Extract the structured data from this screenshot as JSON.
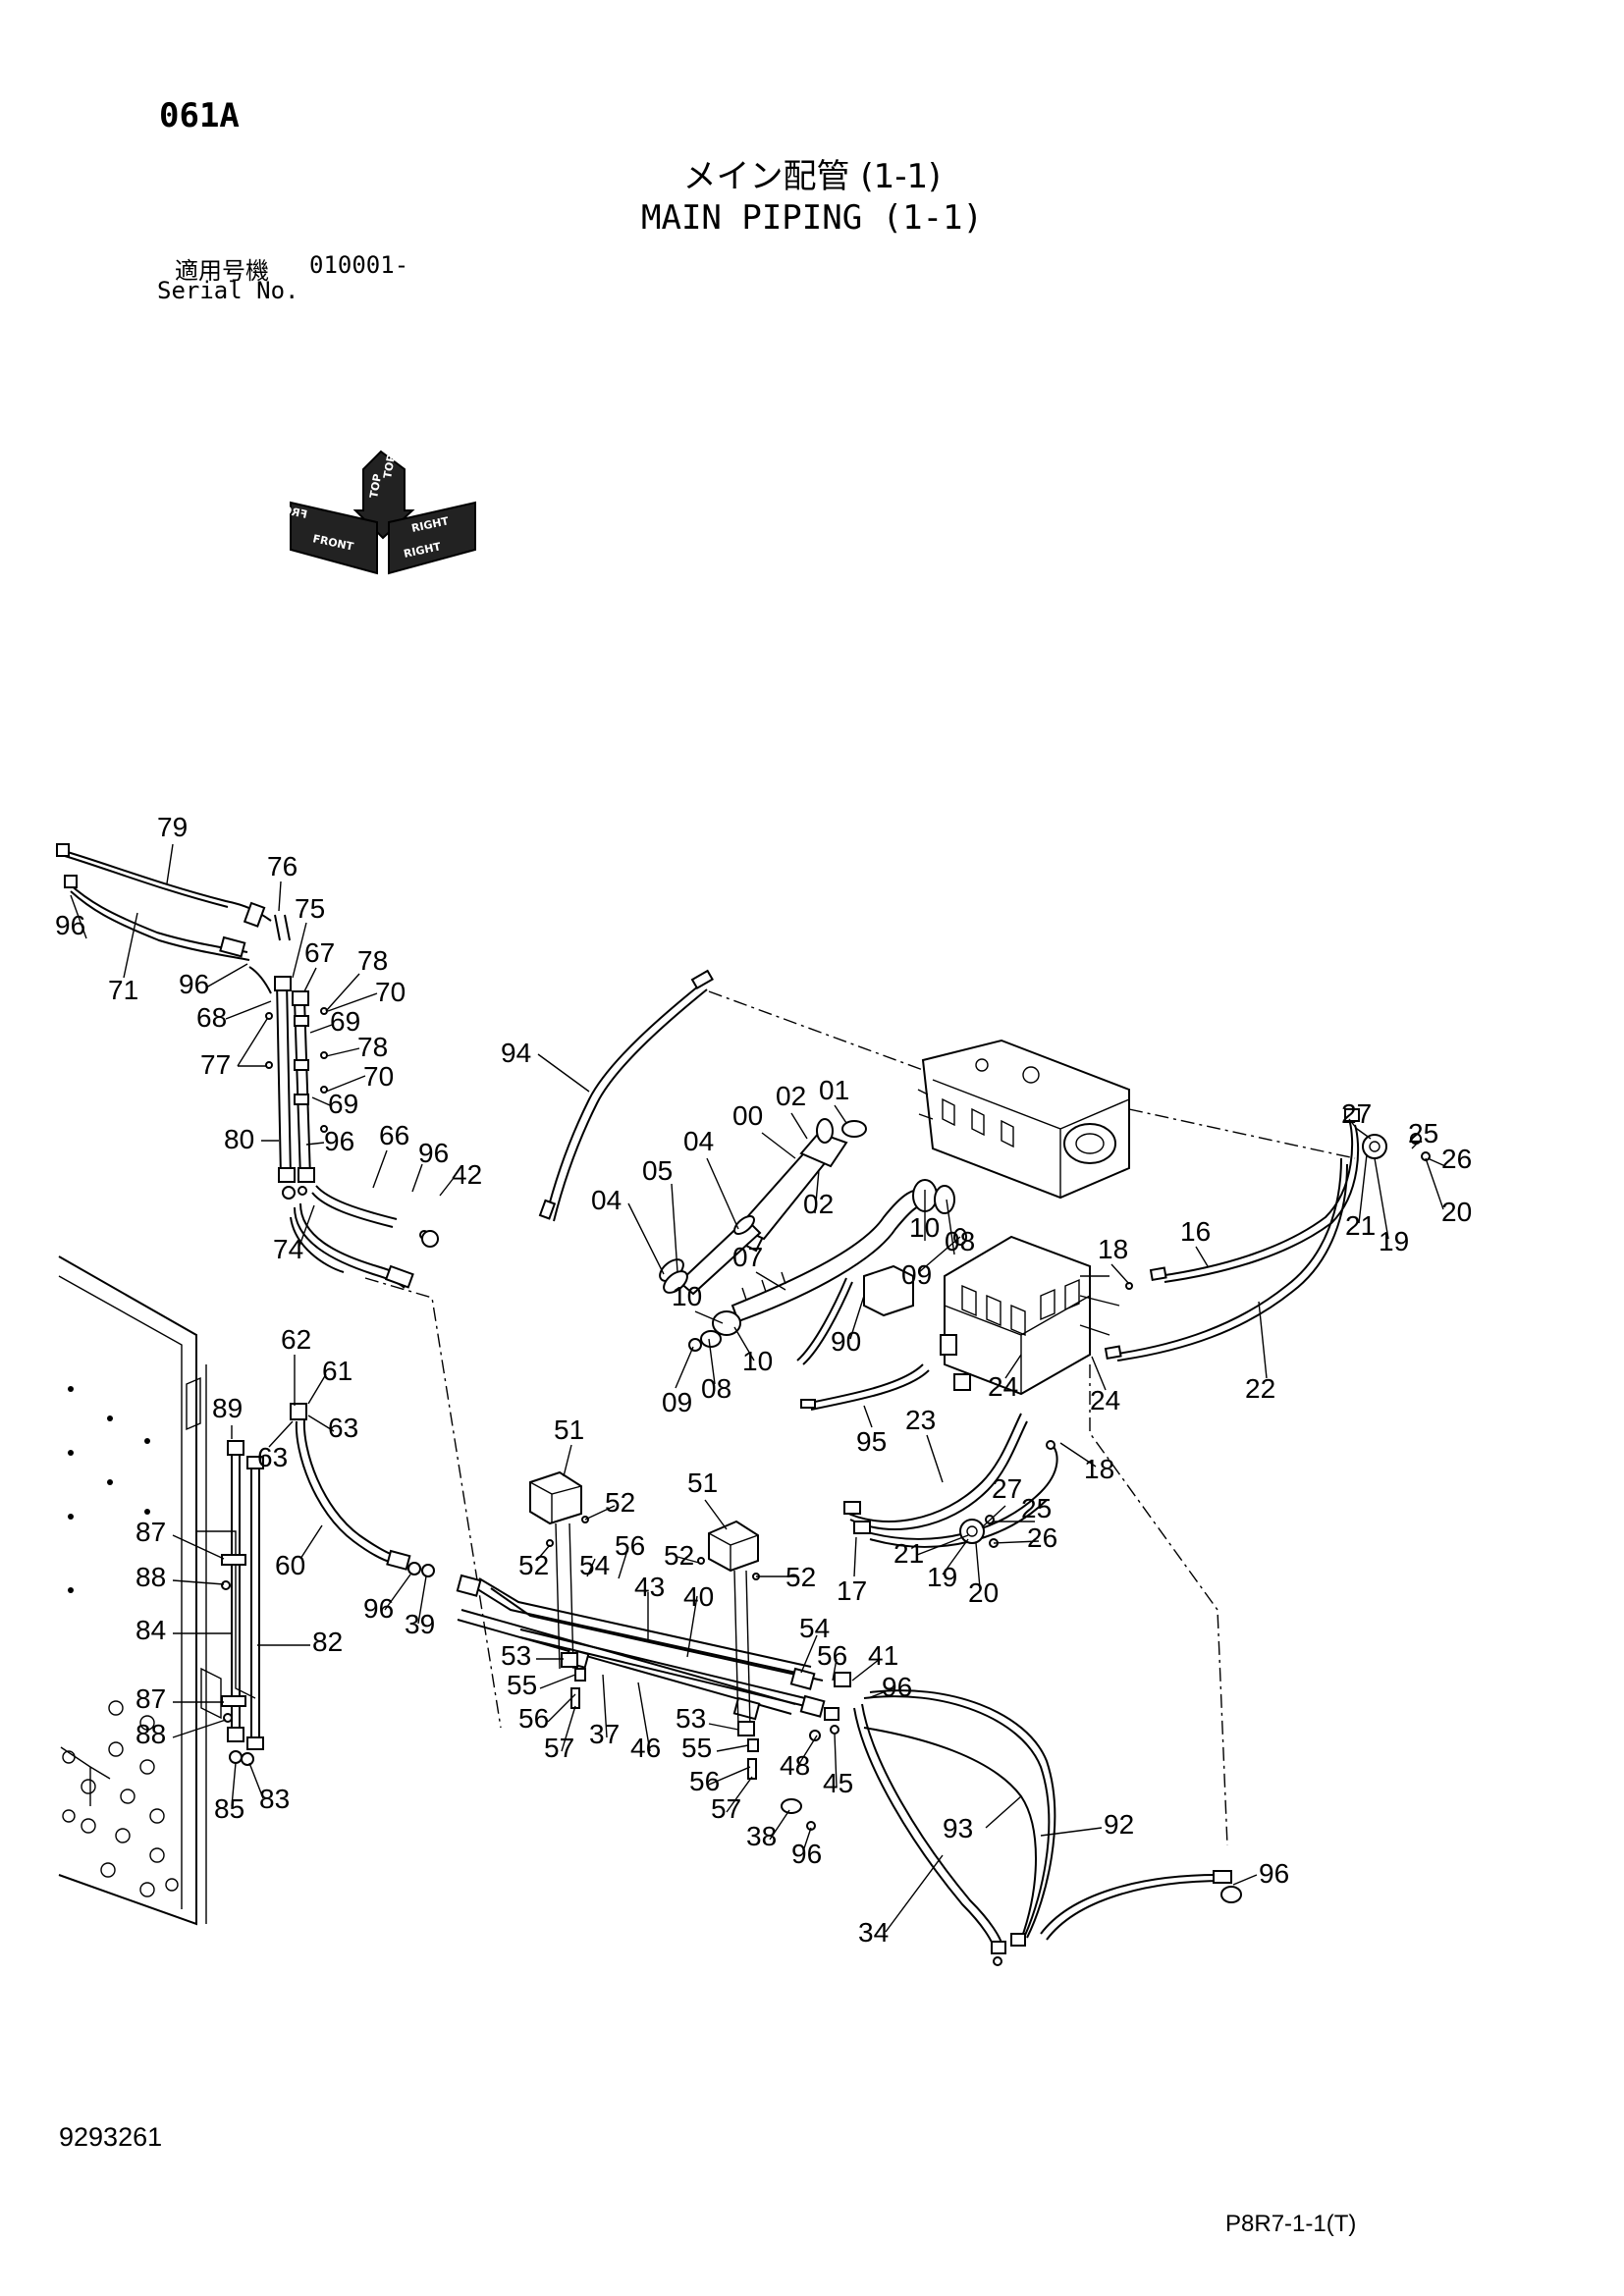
{
  "header": {
    "page_code": "061A",
    "title_jp": "メイン配管 (1-1)",
    "title_en": "MAIN PIPING (1-1)",
    "serial_label_jp": "適用号機",
    "serial_value": "010001-",
    "serial_label_en": "Serial No."
  },
  "orientation_icon": {
    "labels": [
      "FRONT",
      "TOP",
      "RIGHT"
    ],
    "mirrored_labels": [
      "FRONT",
      "TOP",
      "RIGHT"
    ]
  },
  "callouts": [
    "79",
    "76",
    "75",
    "96",
    "67",
    "78",
    "70",
    "71",
    "96",
    "68",
    "69",
    "77",
    "78",
    "70",
    "69",
    "80",
    "96",
    "66",
    "96",
    "42",
    "74",
    "94",
    "02",
    "01",
    "00",
    "04",
    "05",
    "02",
    "04",
    "27",
    "25",
    "26",
    "21",
    "19",
    "20",
    "16",
    "10",
    "08",
    "09",
    "07",
    "18",
    "10",
    "10",
    "90",
    "09",
    "08",
    "22",
    "24",
    "24",
    "95",
    "62",
    "61",
    "63",
    "89",
    "63",
    "23",
    "18",
    "51",
    "52",
    "27",
    "25",
    "26",
    "21",
    "19",
    "20",
    "17",
    "60",
    "52",
    "54",
    "56",
    "52",
    "51",
    "52",
    "87",
    "88",
    "96",
    "39",
    "43",
    "40",
    "84",
    "82",
    "54",
    "56",
    "41",
    "96",
    "53",
    "55",
    "56",
    "57",
    "37",
    "46",
    "87",
    "88",
    "53",
    "55",
    "48",
    "45",
    "93",
    "92",
    "56",
    "57",
    "38",
    "96",
    "96",
    "85",
    "83",
    "34"
  ],
  "footer": {
    "doc_number": "9293261",
    "code": "P8R7-1-1(T)"
  }
}
